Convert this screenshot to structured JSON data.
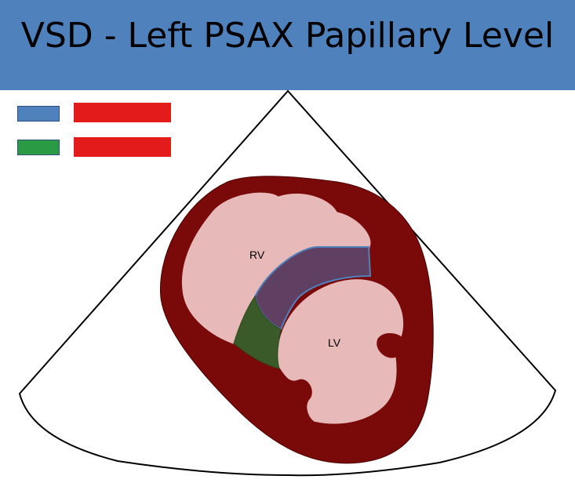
{
  "title": "VSD - Left PSAX Papillary Level",
  "labels": {
    "rv": "RV",
    "lv": "LV"
  },
  "legend": {
    "items": [
      {
        "swatch_color": "#4f81bd",
        "bar_color": "#e31b1b"
      },
      {
        "swatch_color": "#2a9a45",
        "bar_color": "#e31b1b"
      }
    ]
  },
  "colors": {
    "header": "#4f81bd",
    "myocardium": "#7a0a0a",
    "chamber": "#e8b9b9",
    "septal_defect_blue": "#5f3f62",
    "septal_defect_green": "#3b5a2a",
    "sector": "#ffffff"
  }
}
